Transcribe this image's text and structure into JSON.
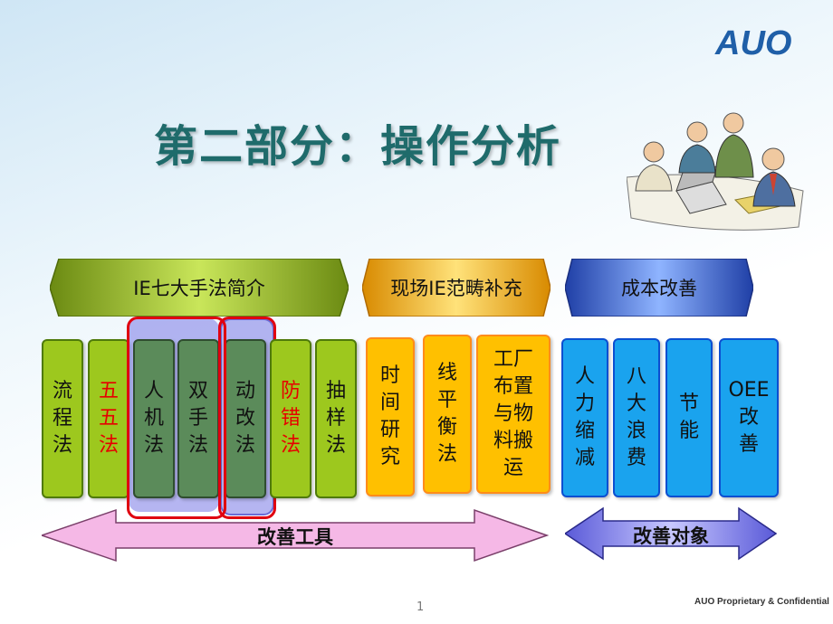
{
  "logo": {
    "text": "AUO"
  },
  "title": "第二部分：操作分析",
  "banners": {
    "ie7": "IE七大手法简介",
    "field": "现场IE范畴补充",
    "cost": "成本改善"
  },
  "ie_columns": [
    {
      "lines": [
        "流",
        "程",
        "法"
      ]
    },
    {
      "lines": [
        "五",
        "五",
        "法"
      ]
    },
    {
      "lines": [
        "人",
        "机",
        "法"
      ]
    },
    {
      "lines": [
        "双",
        "手",
        "法"
      ]
    },
    {
      "lines": [
        "动",
        "改",
        "法"
      ]
    },
    {
      "lines": [
        "防",
        "错",
        "法"
      ]
    },
    {
      "lines": [
        "抽",
        "样",
        "法"
      ]
    }
  ],
  "field_columns": [
    {
      "lines": [
        "时",
        "间",
        "研",
        "究"
      ]
    },
    {
      "lines": [
        "线",
        "平",
        "衡",
        "法"
      ]
    },
    {
      "lines": [
        "工厂",
        "布置",
        "与物",
        "料搬",
        "运"
      ]
    }
  ],
  "cost_columns": [
    {
      "lines": [
        "人",
        "力",
        "缩",
        "减"
      ]
    },
    {
      "lines": [
        "八",
        "大",
        "浪",
        "费"
      ]
    },
    {
      "lines": [
        "节",
        "能"
      ]
    },
    {
      "lines": [
        "OEE",
        "改",
        "善"
      ]
    }
  ],
  "arrows": {
    "tools": "改善工具",
    "targets": "改善对象"
  },
  "footer": {
    "page": "1",
    "confidential": "AUO Proprietary & Confidential"
  },
  "colors": {
    "title": "#1f6b6b",
    "logo": "#1f5fa8",
    "green_col": "#9dc81e",
    "orange_col": "#ffc000",
    "blue_col": "#1aa3ee",
    "highlight_red": "#e00010",
    "pink_arrow": "#f5b8e6",
    "blue_arrow": "#6a6ae6"
  }
}
